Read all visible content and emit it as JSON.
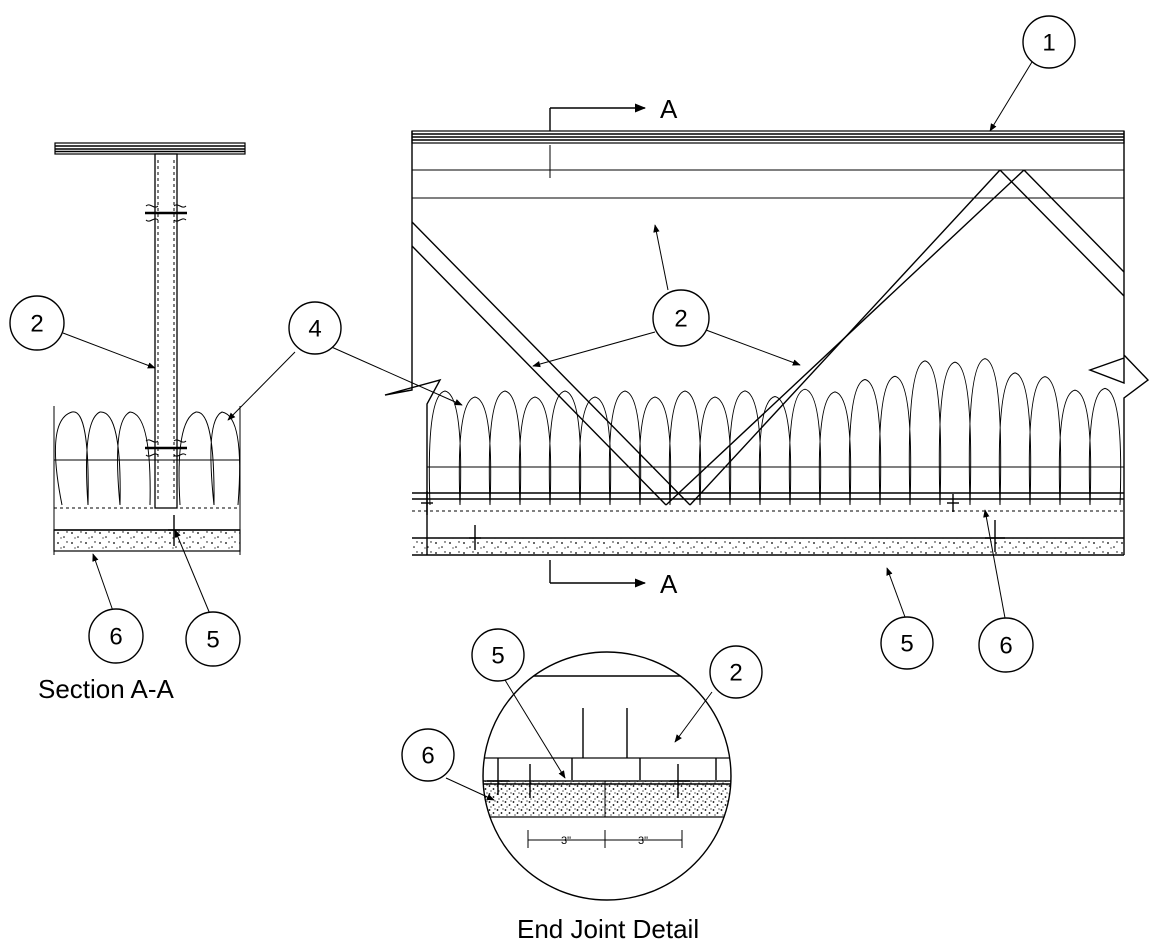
{
  "captions": {
    "section": "Section A-A",
    "detail": "End Joint Detail"
  },
  "section_cut": {
    "top": "A",
    "bottom": "A"
  },
  "callouts": {
    "sec_2": "2",
    "sec_4": "4",
    "sec_6": "6",
    "sec_5": "5",
    "main_1": "1",
    "main_2": "2",
    "main_5": "5",
    "main_6": "6",
    "det_5": "5",
    "det_2": "2",
    "det_6": "6"
  },
  "dimensions": {
    "left": "3\"",
    "right": "3\""
  }
}
